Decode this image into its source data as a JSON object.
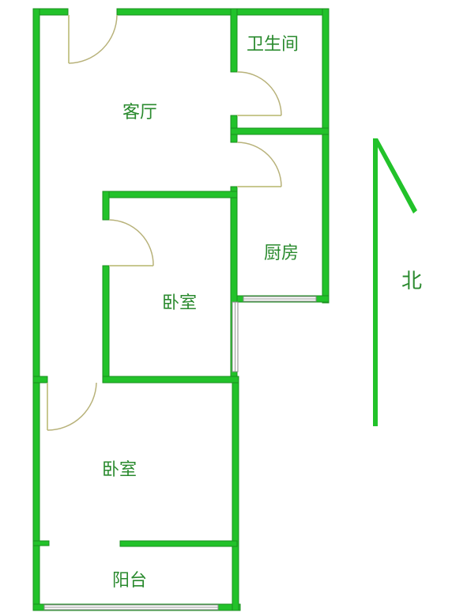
{
  "rooms": {
    "living_room": "客厅",
    "bathroom": "卫生间",
    "kitchen": "厨房",
    "bedroom_1": "卧室",
    "bedroom_2": "卧室",
    "balcony": "阳台"
  },
  "compass": {
    "label": "北"
  },
  "colors": {
    "wall": "#22c22a",
    "label": "#2a8a2e",
    "door": "#c8c890"
  }
}
